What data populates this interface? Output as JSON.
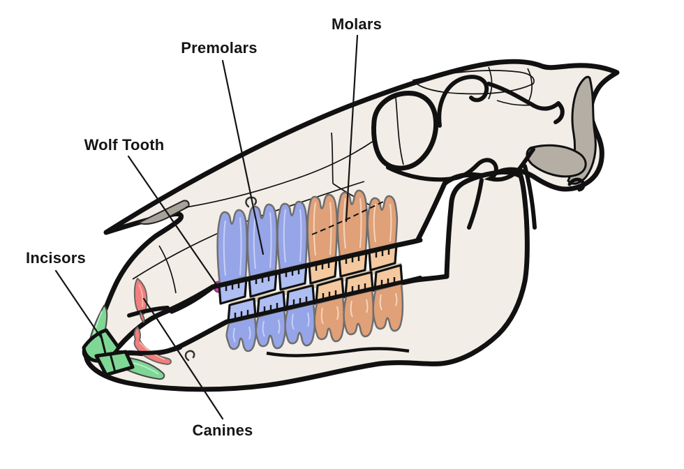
{
  "diagram": {
    "subject": "horse-skull-teeth-diagram"
  },
  "labels": {
    "molars": "Molars",
    "premolars": "Premolars",
    "wolf_tooth": "Wolf Tooth",
    "incisors": "Incisors",
    "canines": "Canines"
  },
  "tooth_colors": {
    "incisors": "#7fd795",
    "canines": "#f37e7e",
    "wolf_tooth": "#ee3fb5",
    "premolars_root": "#96a5e8",
    "premolars_crown": "#aebdf2",
    "molars_root": "#e0a078",
    "molars_crown": "#f4c9a0"
  },
  "skull_colors": {
    "bone": "#f2ede6",
    "outline": "#111111",
    "shadow_gray": "#b4aea5",
    "occlusal_beige": "#d8ccb0"
  }
}
